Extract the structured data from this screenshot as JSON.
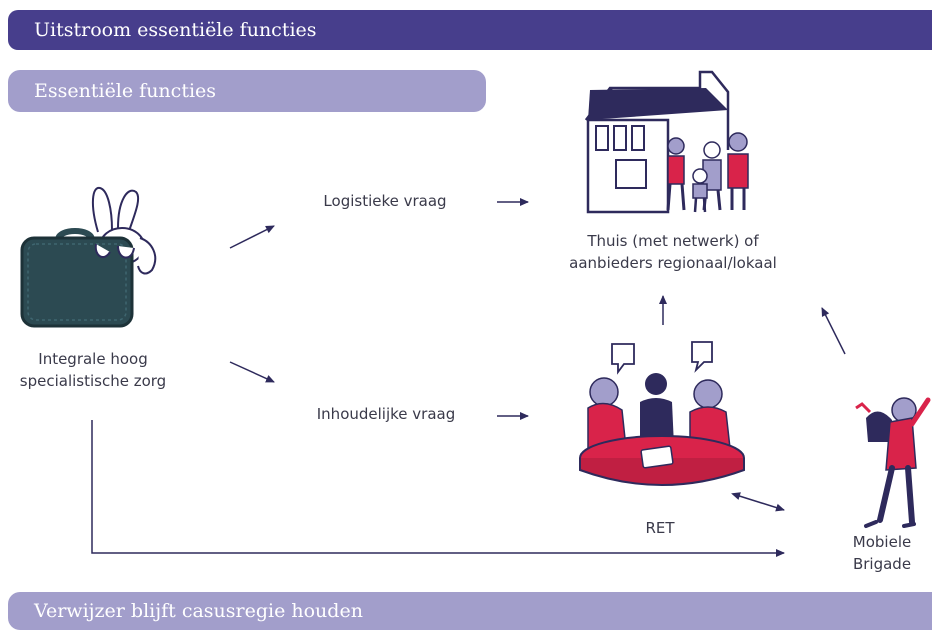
{
  "header": {
    "title": "Uitstroom essentiële functies"
  },
  "subheader": {
    "title": "Essentiële functies"
  },
  "footer": {
    "title": "Verwijzer blijft casusregie houden"
  },
  "nodes": {
    "integrale": {
      "line1": "Integrale hoog",
      "line2": "specialistische zorg",
      "icon": "suitcase-with-bunny-icon"
    },
    "logistiek": {
      "label": "Logistieke vraag"
    },
    "inhoud": {
      "label": "Inhoudelijke vraag"
    },
    "thuis": {
      "line1": "Thuis (met netwerk) of",
      "line2": "aanbieders regionaal/lokaal",
      "icon": "house-with-family-icon"
    },
    "ret": {
      "label": "RET",
      "icon": "team-at-table-icon"
    },
    "brigade": {
      "line1": "Mobiele",
      "line2": "Brigade",
      "icon": "mobile-brigade-person-icon"
    }
  },
  "colors": {
    "header": "#473e8c",
    "subheader": "#a29ecb",
    "arrow": "#2e2a5c",
    "accent_red": "#d9234a",
    "suitcase": "#2c4a52"
  }
}
